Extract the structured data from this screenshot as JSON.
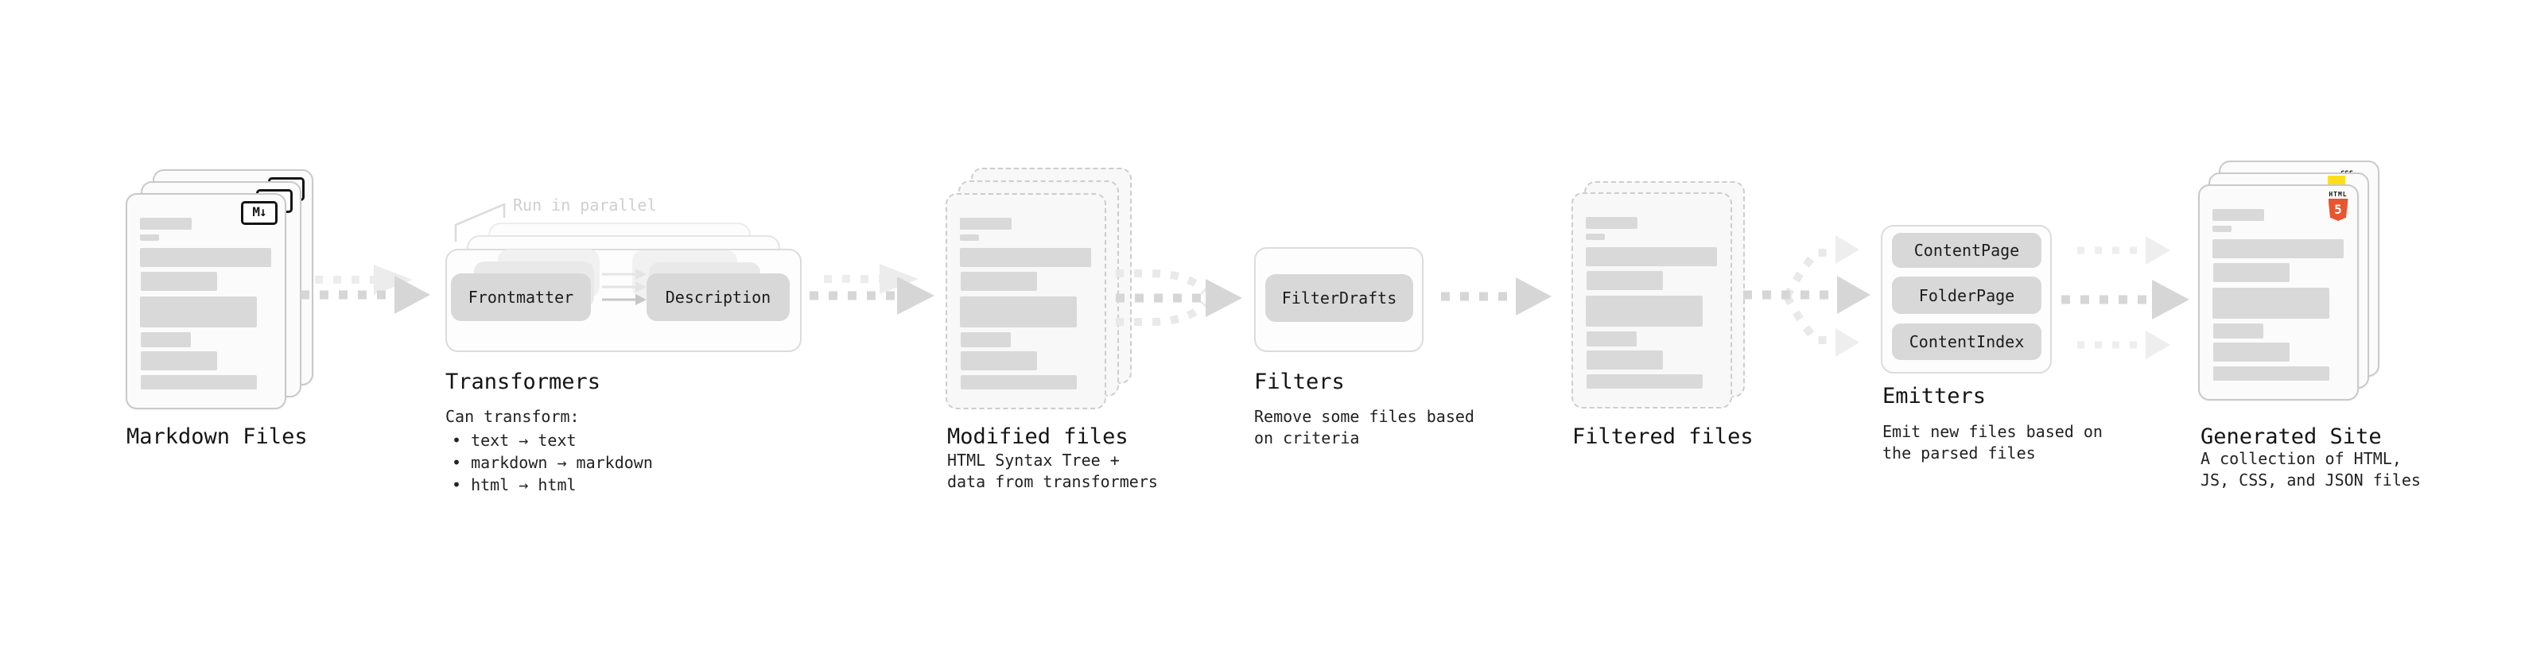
{
  "nodes": {
    "markdown": {
      "title": "Markdown Files",
      "badge": "M↓"
    },
    "transformers": {
      "title": "Transformers",
      "note": "Run in parallel",
      "box_left": "Frontmatter",
      "box_right": "Description",
      "subtitle": "Can transform:",
      "bullets": [
        "• text → text",
        "• markdown → markdown",
        "• html → html"
      ]
    },
    "modified": {
      "title": "Modified files",
      "subtitle": "HTML Syntax Tree +\ndata from transformers"
    },
    "filters": {
      "title": "Filters",
      "box": "FilterDrafts",
      "subtitle": "Remove some files based\non criteria"
    },
    "filtered": {
      "title": "Filtered files"
    },
    "emitters": {
      "title": "Emitters",
      "boxes": [
        "ContentPage",
        "FolderPage",
        "ContentIndex"
      ],
      "subtitle": "Emit new files based on\nthe parsed files"
    },
    "generated": {
      "title": "Generated Site",
      "subtitle": "A collection of HTML,\nJS, CSS, and JSON files",
      "badges": {
        "css": "CSS",
        "html5_label": "HTML",
        "html5_number": "5"
      }
    }
  },
  "colors": {
    "html5_orange": "#e8552f",
    "js_yellow": "#ffdf1c",
    "css_blue": "#2563eb",
    "placeholder_bar": "#d9d9d9",
    "arrow_dark": "#d6d6d6",
    "arrow_light": "#ececec"
  }
}
